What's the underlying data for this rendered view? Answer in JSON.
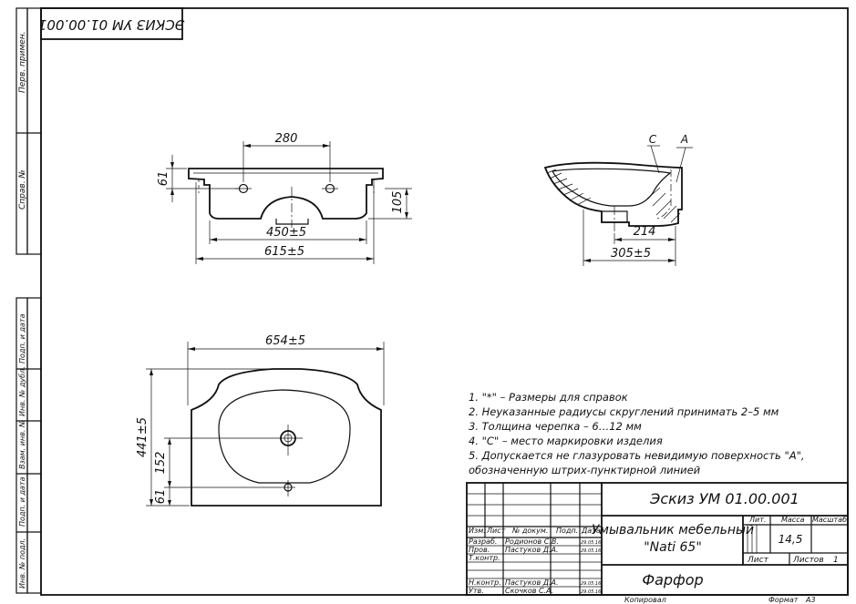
{
  "stamp_top": "ЭСКИЗ УМ 01.00.001",
  "side_labels": {
    "perv_primen": "Перв. примен.",
    "sprav": "Справ. №",
    "podp_data_1": "Подп. и дата",
    "inv_dubl": "Инв. № дубл.",
    "vzam_inv": "Взам. инв. №",
    "podp_data_2": "Подп. и дата",
    "inv_podl": "Инв. № подл."
  },
  "dims": {
    "d280": "280",
    "d61a": "61",
    "d105": "105",
    "d450": "450±5",
    "d615": "615±5",
    "label_c": "С",
    "label_a": "А",
    "d214": "214",
    "d305": "305±5",
    "d654": "654±5",
    "d441": "441±5",
    "d152": "152",
    "d61b": "61"
  },
  "notes": [
    "1. \"*\" – Размеры для справок",
    "2. Неуказанные радиусы скруглений принимать 2–5 мм",
    "3. Толщина черепка – 6…12 мм",
    "4. \"С\" – место маркировки изделия",
    "5. Допускается не глазуровать невидимую поверхность \"А\",",
    "обозначенную штрих-пунктирной линией"
  ],
  "title_block": {
    "doc_code": "Эскиз УМ 01.00.001",
    "product_name_1": "Умывальник мебельный",
    "product_name_2": "\"Nati 65\"",
    "material": "Фарфор",
    "col_izm": "Изм.",
    "col_list": "Лист",
    "col_docum": "№ докум.",
    "col_podp": "Подп.",
    "col_data": "Дата",
    "hdr_lit": "Лит.",
    "hdr_massa": "Масса",
    "hdr_masshtab": "Масштаб",
    "mass_value": "14,5",
    "sheet_label": "Лист",
    "sheets_label": "Листов",
    "sheets_value": "1",
    "rows": [
      {
        "role": "Разраб.",
        "name": "Родионов С.В.",
        "date": "29.05.16"
      },
      {
        "role": "Пров.",
        "name": "Пастуков Д.А.",
        "date": "29.05.16"
      },
      {
        "role": "Т.контр.",
        "name": "",
        "date": ""
      },
      {
        "role": "Н.контр.",
        "name": "Пастуков Д.А.",
        "date": "29.05.16"
      },
      {
        "role": "Утв.",
        "name": "Скочков С.А.",
        "date": "29.05.16"
      }
    ],
    "copied": "Копировал",
    "format_label": "Формат",
    "format_value": "А3"
  }
}
